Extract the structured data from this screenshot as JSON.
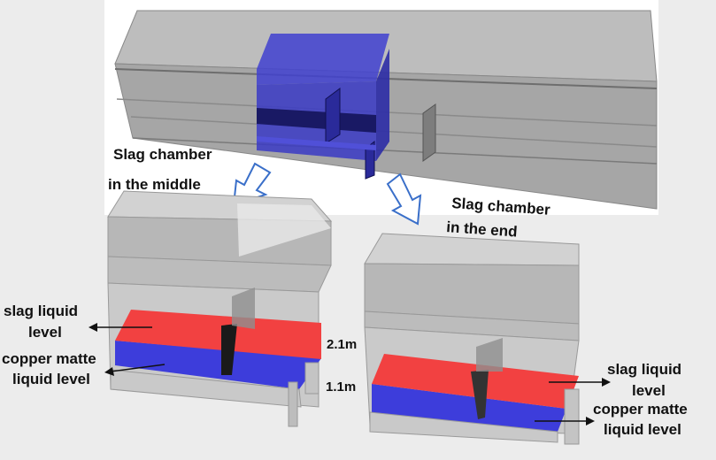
{
  "top_caption": {
    "middle": [
      "Slag chamber",
      "in the middle"
    ],
    "end": [
      "Slag chamber",
      "in  the  end"
    ]
  },
  "left_labels": {
    "slag": [
      "slag liquid",
      "level"
    ],
    "matte": [
      "copper matte",
      "liquid level"
    ]
  },
  "right_labels": {
    "slag": [
      "slag liquid",
      "level"
    ],
    "matte": [
      "copper matte",
      "liquid level"
    ]
  },
  "dimensions": {
    "upper": "2.1m",
    "lower": "1.1m"
  },
  "colors": {
    "background": "#ececec",
    "panel": "#ffffff",
    "furnace_body": "#a9a9a9",
    "slag_layer": "#f24141",
    "matte_layer": "#3d3ddb",
    "chamber_highlight": "#3434c2",
    "arrow": "#3a6fc9"
  }
}
